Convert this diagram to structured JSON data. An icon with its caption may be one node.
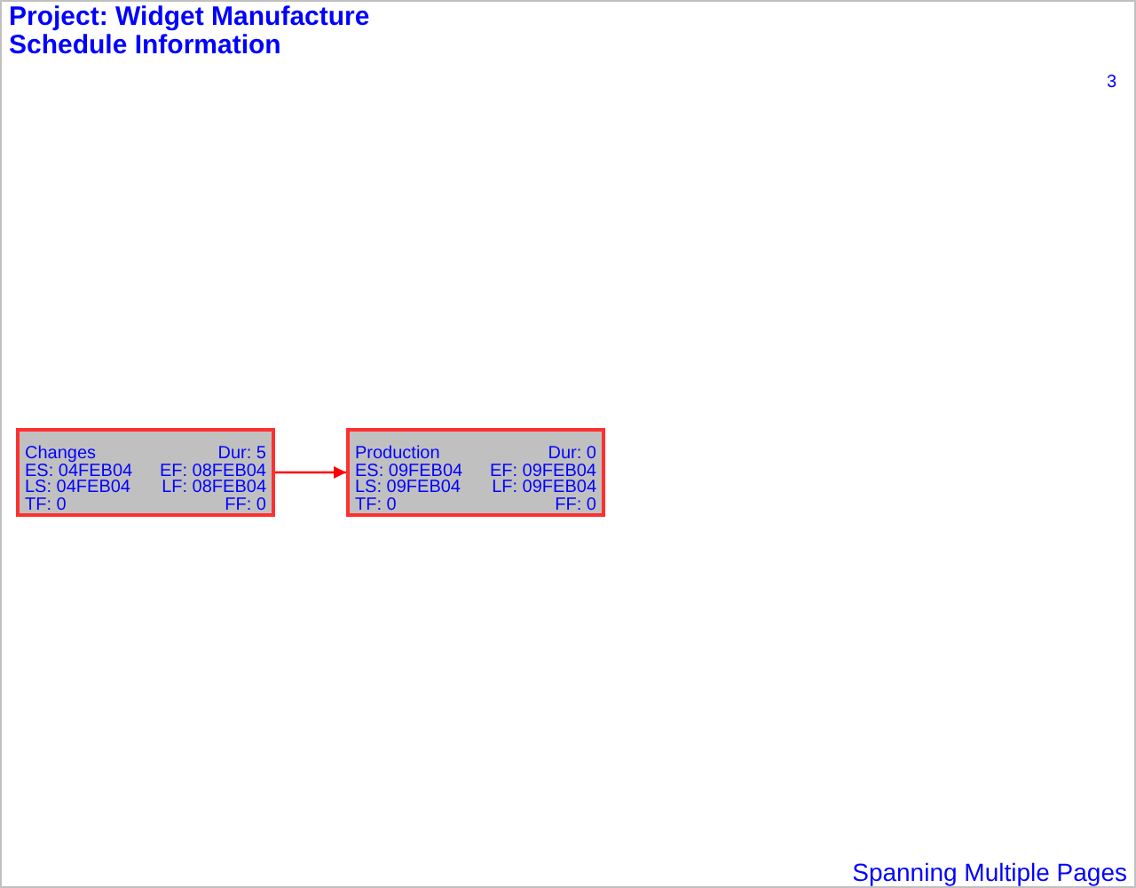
{
  "diagram": {
    "title": "Project: Widget Manufacture",
    "caption": "Spanning Multiple Pages",
    "nodes": [
      {
        "text": [
          "Changes",
          "Dur: 5",
          "ES: 04FEB04",
          "EF: 08FEB04",
          "LS: 04FEB04",
          "LF: 08FEB04",
          "TF: 0",
          "FF: 0"
        ]
      },
      {
        "text": [
          "Production",
          "Dur: 0",
          "ES: 09FEB04",
          "EF: 09FEB04",
          "LS: 09FEB04",
          "LF: 09FEB04",
          "TF: 0",
          "FF: 0"
        ]
      }
    ],
    "edges": [
      {
        "from": 0,
        "to": 1,
        "arrow": "to",
        "color": "#ff0000"
      }
    ],
    "labels": [
      "Schedule Information",
      "3"
    ]
  }
}
